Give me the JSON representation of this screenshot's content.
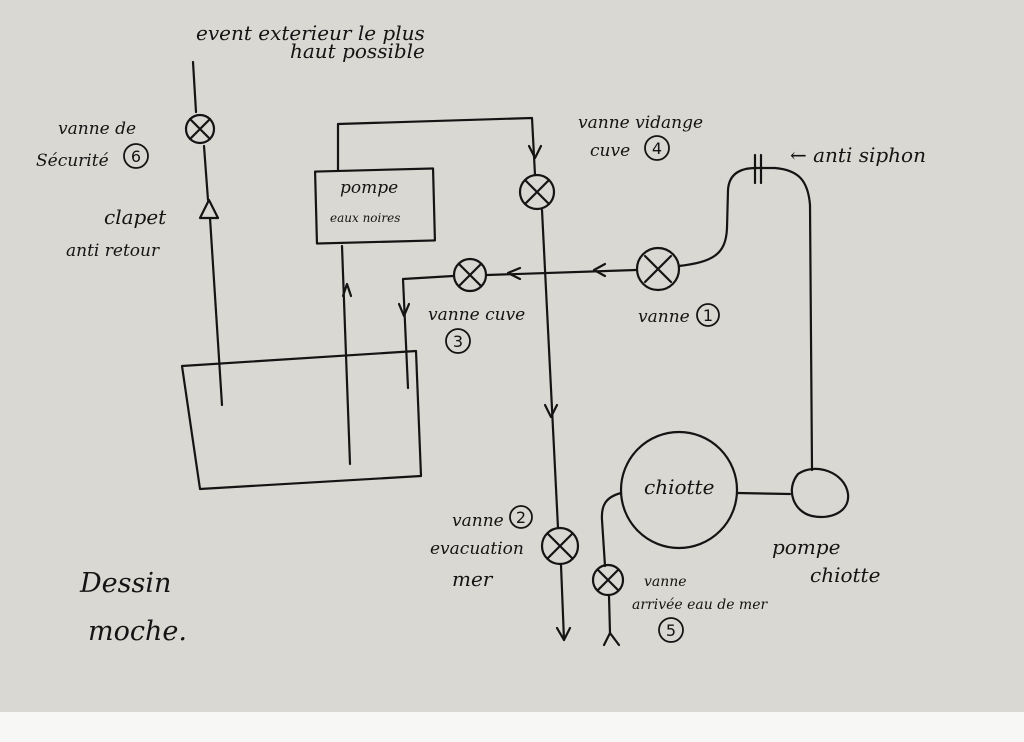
{
  "colors": {
    "paper": "#d9d8d2",
    "ink": "#141414",
    "margin": "#f7f7f5"
  },
  "labels": {
    "vent_line1": "event exterieur le plus",
    "vent_line2": "haut possible",
    "valve6_line1": "vanne de",
    "valve6_line2": "Sécurité",
    "valve6_num": "6",
    "clapet_line1": "clapet",
    "clapet_line2": "anti retour",
    "pump_black_line1": "pompe",
    "pump_black_line2": "eaux noires",
    "valve4_line1": "vanne vidange",
    "valve4_line2": "cuve",
    "valve4_num": "4",
    "anti_siphon": "← anti siphon",
    "valve1": "vanne",
    "valve1_num": "1",
    "valve3": "vanne cuve",
    "valve3_num": "3",
    "toilet": "chiotte",
    "valve2_line1": "vanne",
    "valve2_num": "2",
    "valve2_line2": "evacuation",
    "valve2_line3": "mer",
    "pump_toilet_line1": "pompe",
    "pump_toilet_line2": "chiotte",
    "valve5_line1": "vanne",
    "valve5_line2": "arrivée eau de mer",
    "valve5_num": "5",
    "caption_line1": "Dessin",
    "caption_line2": "moche."
  }
}
